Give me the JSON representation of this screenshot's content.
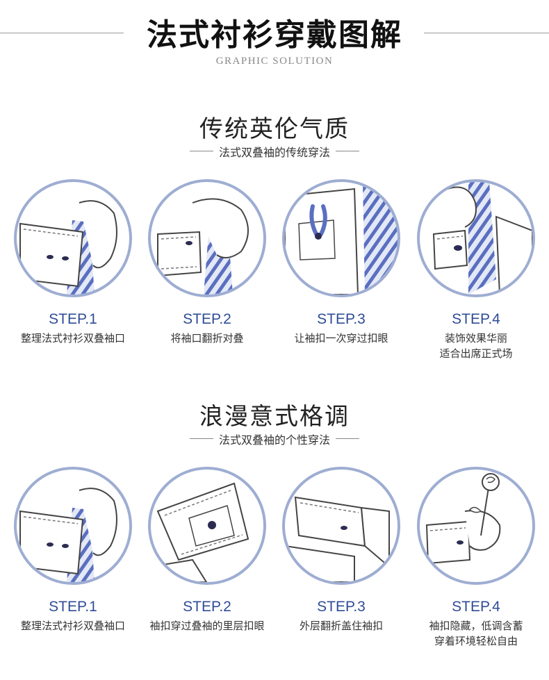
{
  "header": {
    "title": "法式衬衫穿戴图解",
    "subtitle": "GRAPHIC SOLUTION"
  },
  "sections": [
    {
      "title": "传统英伦气质",
      "subtitle": "法式双叠袖的传统穿法",
      "steps": [
        {
          "label": "STEP.1",
          "desc": [
            "整理法式衬衫双叠袖口"
          ]
        },
        {
          "label": "STEP.2",
          "desc": [
            "将袖口翻折对叠"
          ]
        },
        {
          "label": "STEP.3",
          "desc": [
            "让袖扣一次穿过扣眼"
          ]
        },
        {
          "label": "STEP.4",
          "desc": [
            "装饰效果华丽",
            "适合出席正式场"
          ]
        }
      ]
    },
    {
      "title": "浪漫意式格调",
      "subtitle": "法式双叠袖的个性穿法",
      "steps": [
        {
          "label": "STEP.1",
          "desc": [
            "整理法式衬衫双叠袖口"
          ]
        },
        {
          "label": "STEP.2",
          "desc": [
            "袖扣穿过叠袖的里层扣眼"
          ]
        },
        {
          "label": "STEP.3",
          "desc": [
            "外层翻折盖住袖扣"
          ]
        },
        {
          "label": "STEP.4",
          "desc": [
            "袖扣隐藏，低调含蓄",
            "穿着环境轻松自由"
          ]
        }
      ]
    }
  ],
  "colors": {
    "circle_border": "#9eadd2",
    "step_label": "#2f4c96",
    "tie_stripe": "#5a6fc0"
  }
}
